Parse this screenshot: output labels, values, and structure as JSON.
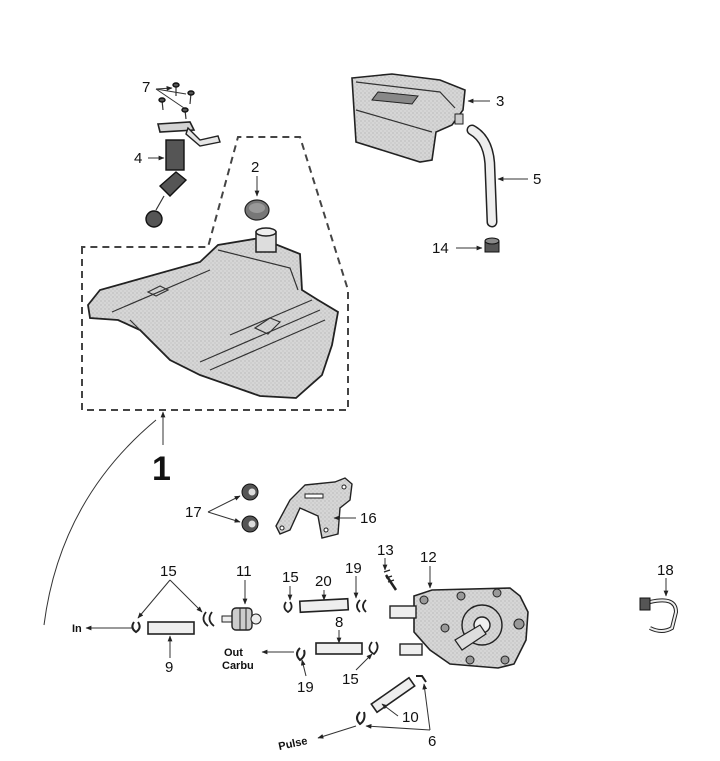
{
  "diagram": {
    "title": "",
    "parts": [
      {
        "ref": "1",
        "name": "fuel-tank-assembly"
      },
      {
        "ref": "2",
        "name": "filter-strainer"
      },
      {
        "ref": "3",
        "name": "overflow-tray"
      },
      {
        "ref": "4",
        "name": "fuel-level-sender"
      },
      {
        "ref": "5",
        "name": "drain-hose"
      },
      {
        "ref": "6",
        "name": "clip"
      },
      {
        "ref": "7",
        "name": "screws"
      },
      {
        "ref": "8",
        "name": "hose"
      },
      {
        "ref": "9",
        "name": "hose"
      },
      {
        "ref": "10",
        "name": "pulse-hose"
      },
      {
        "ref": "11",
        "name": "fuel-filter"
      },
      {
        "ref": "12",
        "name": "fuel-pump"
      },
      {
        "ref": "13",
        "name": "screw"
      },
      {
        "ref": "14",
        "name": "grommet"
      },
      {
        "ref": "15",
        "name": "hose-clip"
      },
      {
        "ref": "16",
        "name": "pump-bracket"
      },
      {
        "ref": "17",
        "name": "nuts"
      },
      {
        "ref": "18",
        "name": "clamp"
      },
      {
        "ref": "19",
        "name": "hose-clip"
      },
      {
        "ref": "20",
        "name": "hose"
      }
    ],
    "labels": {
      "l1": "1",
      "l2": "2",
      "l3": "3",
      "l4": "4",
      "l5": "5",
      "l6": "6",
      "l7": "7",
      "l8": "8",
      "l9": "9",
      "l10": "10",
      "l11": "11",
      "l12": "12",
      "l13": "13",
      "l14": "14",
      "l15a": "15",
      "l15b": "15",
      "l15c": "15",
      "l16": "16",
      "l17": "17",
      "l18": "18",
      "l19a": "19",
      "l19b": "19",
      "l20": "20"
    },
    "flow_labels": {
      "in": "In",
      "out": "Out",
      "carbu": "Carbu",
      "pulse": "Pulse"
    }
  }
}
